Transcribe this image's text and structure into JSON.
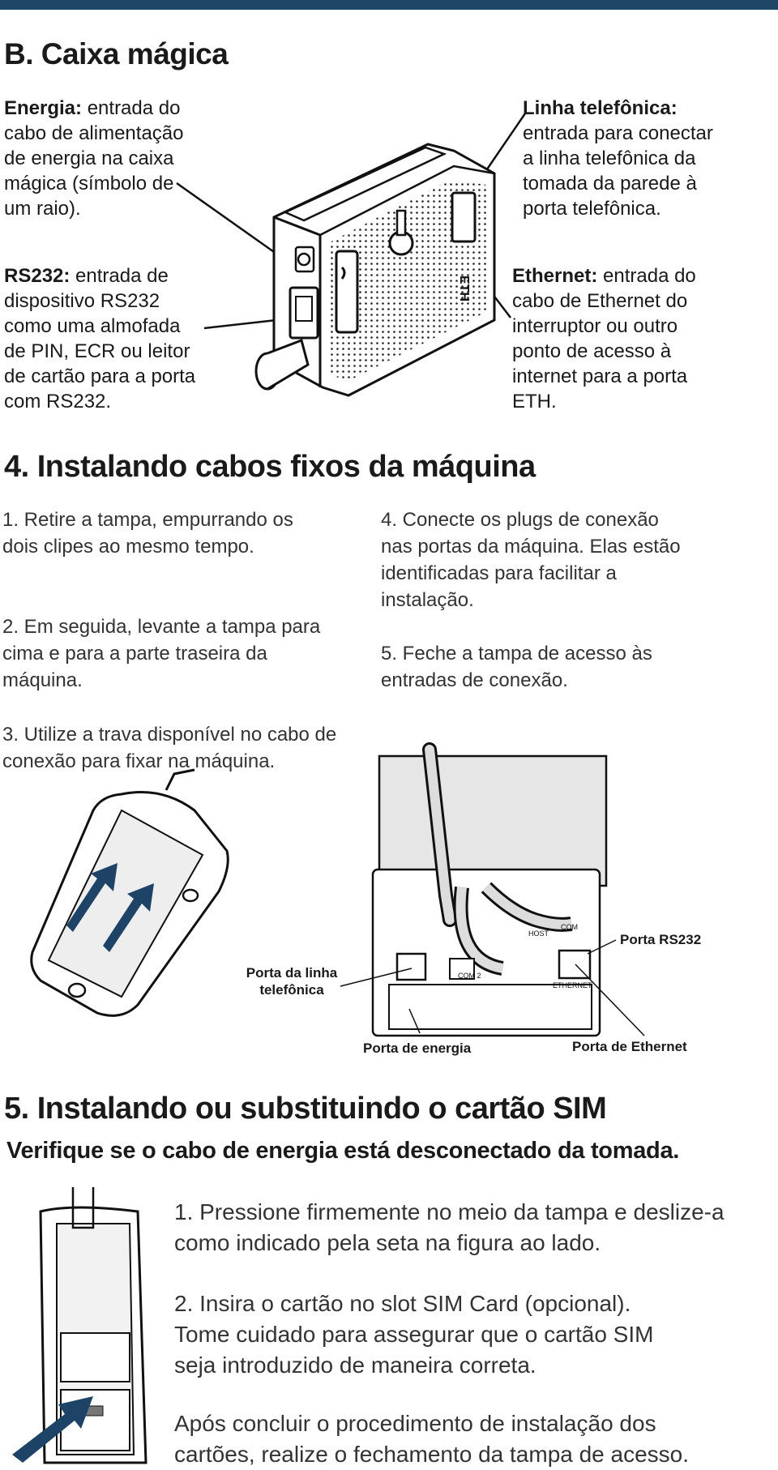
{
  "section_b": {
    "title": "B. Caixa mágica",
    "energia": {
      "term": "Energia:",
      "desc": " entrada do cabo de alimentação de energia na caixa mágica (símbolo de um raio)."
    },
    "rs232": {
      "term": "RS232:",
      "desc": " entrada de dispositivo RS232 como uma almofada de PIN, ECR ou leitor de cartão para a porta com RS232."
    },
    "linha": {
      "term": "Linha telefônica:",
      "desc": " entrada para conectar a linha telefônica da tomada da parede à porta telefônica."
    },
    "ethernet": {
      "term": "Ethernet:",
      "desc": " entrada do cabo de Ethernet do interruptor ou outro ponto de acesso à internet para a porta ETH."
    },
    "box_label": "ETH"
  },
  "section_4": {
    "title": "4. Instalando cabos fixos da máquina",
    "steps_left": [
      "1. Retire a tampa, empurrando os dois clipes ao mesmo tempo.",
      "2. Em seguida, levante a tampa para cima e para a parte traseira da máquina.",
      "3. Utilize a trava disponível no cabo de conexão para fixar na máquina."
    ],
    "steps_right": [
      "4. Conecte os plugs de conexão nas portas da máquina. Elas estão identificadas para facilitar a instalação.",
      "5. Feche a tampa de acesso às entradas de conexão."
    ],
    "labels": {
      "porta_rs232": "Porta RS232",
      "porta_linha": "Porta da linha telefônica",
      "porta_energia": "Porta de energia",
      "porta_ethernet": "Porta de Ethernet",
      "host": "HOST",
      "com": "COM",
      "com2": "COM 2",
      "ethernet_port": "ETHERNET"
    }
  },
  "section_5": {
    "title": "5. Instalando ou substituindo o cartão SIM",
    "warning": "Verifique se o cabo de energia está desconectado da tomada.",
    "steps": [
      "1. Pressione firmemente no meio da tampa e deslize-a como indicado pela seta na figura ao lado.",
      "2. Insira o cartão no slot SIM Card (opcional). Tome cuidado para assegurar que o cartão SIM seja introduzido de maneira correta.",
      "Após concluir o procedimento de instalação dos cartões, realize o fechamento da tampa de acesso."
    ]
  },
  "colors": {
    "topbar": "#1f4567",
    "arrow": "#1d4466",
    "text": "#1a1a1a"
  }
}
